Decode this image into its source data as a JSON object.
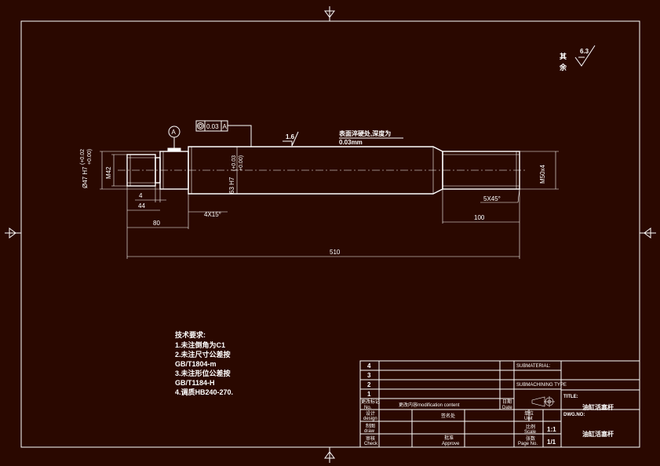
{
  "colors": {
    "background": "#2a0800",
    "lines": "#ffffff"
  },
  "surface_finish": {
    "label_line1": "其",
    "label_line2": "余",
    "value": "6.3"
  },
  "datum": {
    "letter": "A"
  },
  "geo_tolerance": {
    "symbol": "⊚",
    "value": "0.03",
    "datum": "A"
  },
  "roughness_mark": "1.6",
  "surface_note": {
    "line1": "表面淬硬处,深度为",
    "line2": "0.03mm"
  },
  "dimensions": {
    "left_dia": "Ø47 H7",
    "left_dia_upper": "(+0.02",
    "left_dia_lower": "+0.00)",
    "thread_left": "M42",
    "body_dia": "63 H7",
    "body_dia_upper": "(+0.03",
    "body_dia_lower": "+0.00)",
    "thread_right": "M50x4",
    "d4": "4",
    "d44": "44",
    "d80": "80",
    "chamfer_left": "4X15°",
    "chamfer_right": "5X45°",
    "d100": "100",
    "d510": "510"
  },
  "tech_requirements": {
    "title": "技术要求:",
    "items": [
      "1.未注倒角为C1",
      "2.未注尺寸公差按",
      "GB/T1804-m",
      "3.未注形位公差按",
      "GB/T1184-H",
      "4.调质HB240-270."
    ]
  },
  "title_block": {
    "rev_numbers": [
      "4",
      "3",
      "2",
      "1"
    ],
    "rev_label": "更改标记",
    "rev_label_en": "No.",
    "rev_content": "更改内容modification content",
    "date_cn": "日期",
    "date_en": "Date",
    "design_cn": "设计",
    "design_en": "design",
    "draw_cn": "制图",
    "draw_en": "draw",
    "check_cn": "审核",
    "check_en": "Check",
    "signature": "签名处",
    "approve_cn": "批准",
    "approve_en": "Approve",
    "material": "SUBMATERIAL:",
    "machining": "SUBMACHINING TYPE",
    "title_label": "TITLE:",
    "title_value": "油缸活塞杆",
    "dwg_label": "DWG.NO:",
    "dwg_value": "油缸活塞杆",
    "scale_cn": "比例",
    "scale_en": "Scale",
    "scale_value": "1:1",
    "sheet_cn": "张数",
    "sheet_en": "Page No.",
    "sheet_value": "1/1",
    "unit_cn": "单位",
    "unit_en": "Unit"
  }
}
